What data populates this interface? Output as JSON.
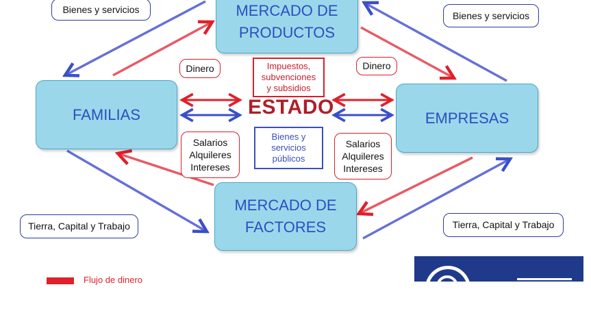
{
  "nodes": {
    "productos": "MERCADO DE\nPRODUCTOS",
    "familias": "FAMILIAS",
    "empresas": "EMPRESAS",
    "factores": "MERCADO DE\nFACTORES"
  },
  "estado": "ESTADO",
  "labels": {
    "bienes_left": "Bienes y servicios",
    "bienes_right": "Bienes y servicios",
    "dinero_left": "Dinero",
    "dinero_right": "Dinero",
    "impuestos": "Impuestos,\nsubvenciones\ny subsidios",
    "bienes_publicos": "Bienes y\nservicios\npúblicos",
    "salarios_left": "Salarios\nAlquileres\nIntereses",
    "salarios_right": "Salarios\nAlquileres\nIntereses",
    "tierra_left": "Tierra, Capital y Trabajo",
    "tierra_right": "Tierra, Capital y Trabajo"
  },
  "legend": {
    "dinero": "Flujo de dinero"
  },
  "colors": {
    "money_flow": "#e0202a",
    "real_flow": "#3a4fc8",
    "node_fill": "#9bd7ea"
  }
}
